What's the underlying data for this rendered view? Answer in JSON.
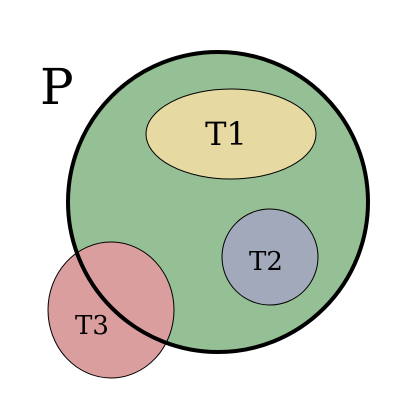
{
  "diagram": {
    "set_p": {
      "label": "P",
      "fill": "#95bf94",
      "stroke": "#000000"
    },
    "set_t1": {
      "label": "T1",
      "fill": "#e6d9a1",
      "stroke": "#000000"
    },
    "set_t2": {
      "label": "T2",
      "fill": "#a2a9ba",
      "stroke": "#000000"
    },
    "set_t3": {
      "label": "T3",
      "fill": "#db9e9e",
      "stroke": "#000000"
    }
  }
}
